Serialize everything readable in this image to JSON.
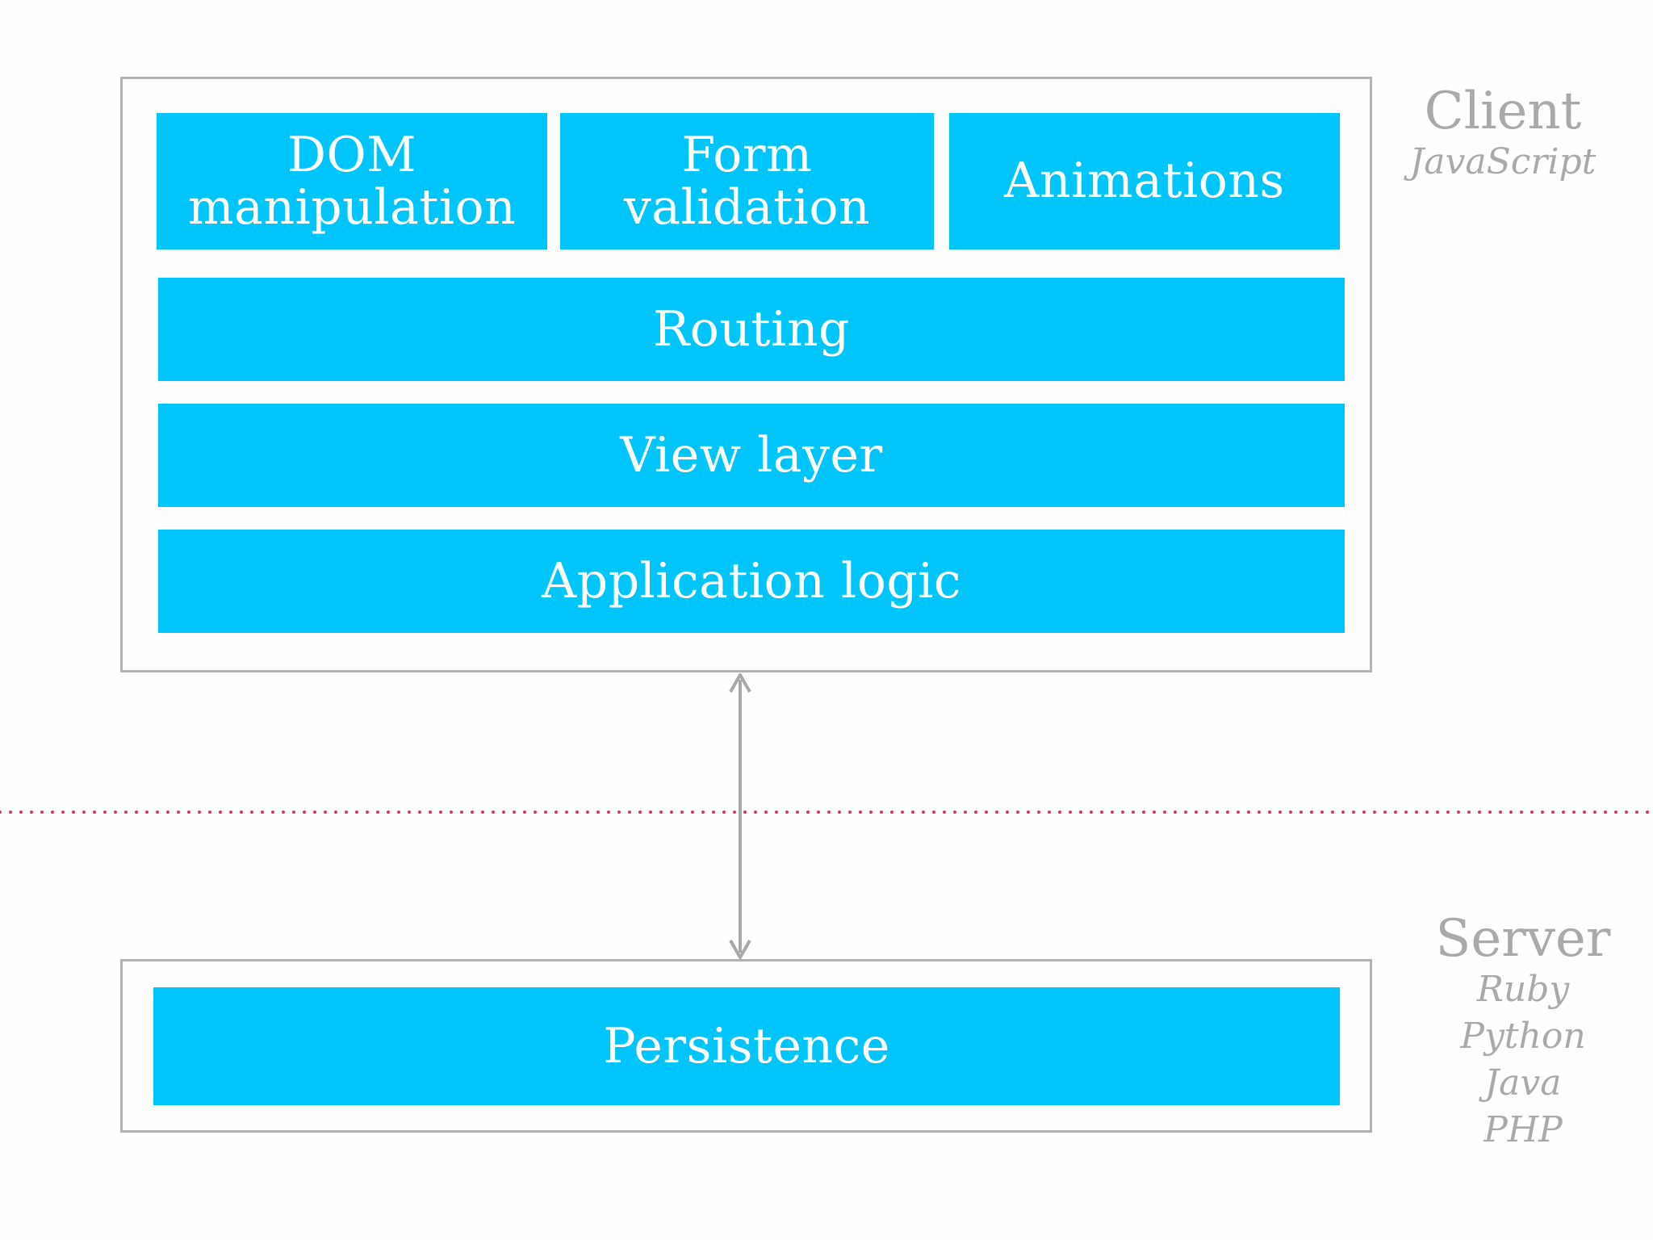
{
  "client": {
    "title": "Client",
    "language": "JavaScript",
    "blocks": {
      "dom": "DOM\nmanipulation",
      "form": "Form\nvalidation",
      "animations": "Animations",
      "routing": "Routing",
      "view": "View layer",
      "app_logic": "Application logic"
    }
  },
  "server": {
    "title": "Server",
    "languages": [
      "Ruby",
      "Python",
      "Java",
      "PHP"
    ],
    "blocks": {
      "persistence": "Persistence"
    }
  },
  "colors": {
    "block": "#00c5fb",
    "frame": "#b2b2b2",
    "divider": "#d9356b",
    "label": "#a9a9a9",
    "arrow": "#a8a8a8"
  }
}
